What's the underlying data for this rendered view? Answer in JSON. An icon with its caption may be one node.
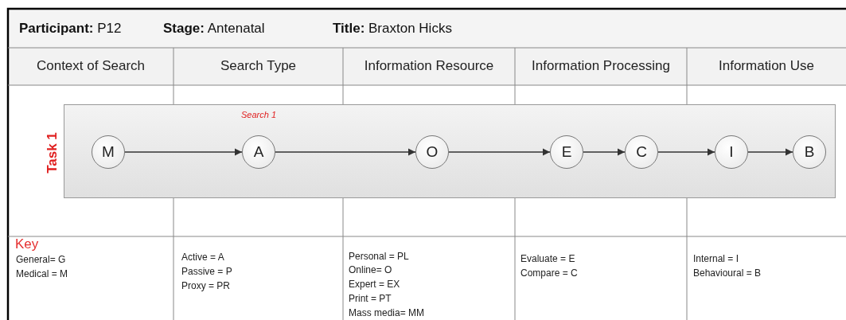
{
  "diagram": {
    "nodes": [
      {
        "text": [
          "Task 1"
        ]
      },
      {
        "text": [
          "M"
        ],
        "in": 0
      },
      {
        "text": [
          "A"
        ],
        "in": 0,
        "beside": [
          "Search 1"
        ]
      },
      {
        "text": [
          "O"
        ],
        "in": 0
      },
      {
        "text": [
          "E"
        ],
        "in": 0
      },
      {
        "text": [
          "C"
        ],
        "in": 0
      },
      {
        "text": [
          "I"
        ],
        "in": 0
      },
      {
        "text": [
          "B"
        ],
        "in": 0
      }
    ],
    "edges": [
      {
        "from": 1,
        "to": 2,
        "arrow": "to"
      },
      {
        "from": 2,
        "to": 3,
        "arrow": "to"
      },
      {
        "from": 3,
        "to": 4,
        "arrow": "to"
      },
      {
        "from": 4,
        "to": 5,
        "arrow": "to"
      },
      {
        "from": 5,
        "to": 6,
        "arrow": "to"
      },
      {
        "from": 6,
        "to": 7,
        "arrow": "to"
      }
    ],
    "labels": [
      "**Participant:** P12",
      "**Stage:** Antenatal",
      "**Title:** Braxton Hicks",
      "Context of Search",
      "Search Type",
      "Information Resource",
      "Information Processing",
      "Information Use",
      "Key",
      "General= G",
      "Medical = M",
      "Active = A",
      "Passive = P",
      "Proxy = PR",
      "Personal = PL",
      "Online= O",
      "Expert = EX",
      "Print = PT",
      "Mass media= MM",
      "Evaluate = E",
      "Compare = C",
      "Internal = I",
      "Behavioural = B"
    ]
  }
}
